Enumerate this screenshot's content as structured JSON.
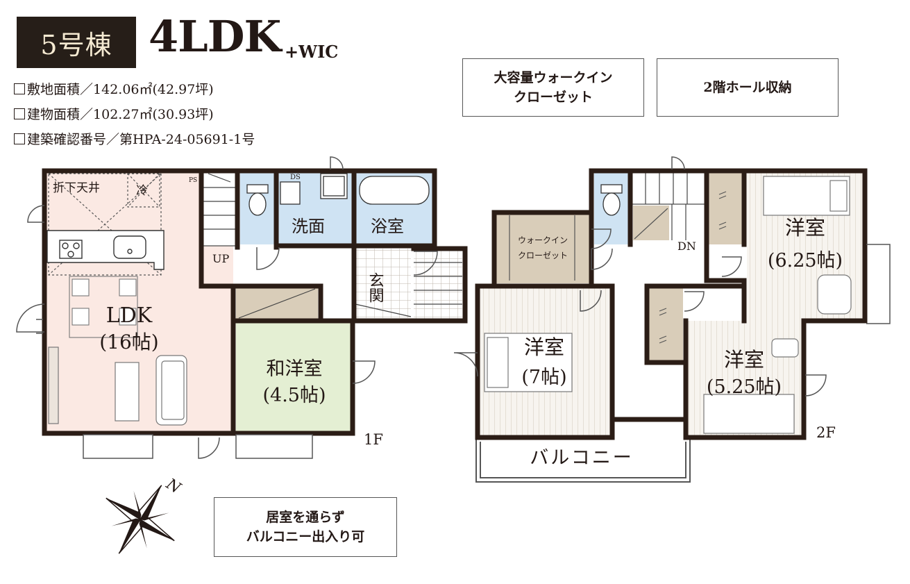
{
  "header": {
    "building_badge": "5号棟",
    "layout_type": "4LDK",
    "layout_extra": "+WIC"
  },
  "specs": [
    {
      "label": "敷地面積",
      "value": "／142.06㎡(42.97坪)"
    },
    {
      "label": "建物面積",
      "value": "／102.27㎡(30.93坪)"
    },
    {
      "label": "建築確認番号",
      "value": "／第HPA-24-05691-1号"
    }
  ],
  "callouts": {
    "wic": [
      "大容量ウォークイン",
      "クローゼット"
    ],
    "hall_storage": "2階ホール収納",
    "balcony_access": [
      "居室を通らず",
      "バルコニー出入り可"
    ]
  },
  "floor1": {
    "label": "1F",
    "ldk_name": "LDK",
    "ldk_size": "(16帖)",
    "ceiling_note": "折下天井",
    "fridge": "冷",
    "ps": "PS",
    "up": "UP",
    "ds": "DS",
    "washroom": "洗面",
    "bath": "浴室",
    "entrance": "玄関",
    "washitsu_name": "和洋室",
    "washitsu_size": "(4.5帖)"
  },
  "floor2": {
    "label": "2F",
    "dn": "DN",
    "wic_line1": "ウォークイン",
    "wic_line2": "クローゼット",
    "room_a_name": "洋室",
    "room_a_size": "(6.25帖)",
    "room_b_name": "洋室",
    "room_b_size": "(7帖)",
    "room_c_name": "洋室",
    "room_c_size": "(5.25帖)",
    "balcony": "バルコニー"
  },
  "compass": {
    "north": "N"
  },
  "colors": {
    "wall": "#2b1d16",
    "ldk_floor": "#fbe9e3",
    "wet_area": "#cfe3f3",
    "tatami": "#e4efd3",
    "storage": "#d9cdb9",
    "badge_bg": "#261e18"
  }
}
